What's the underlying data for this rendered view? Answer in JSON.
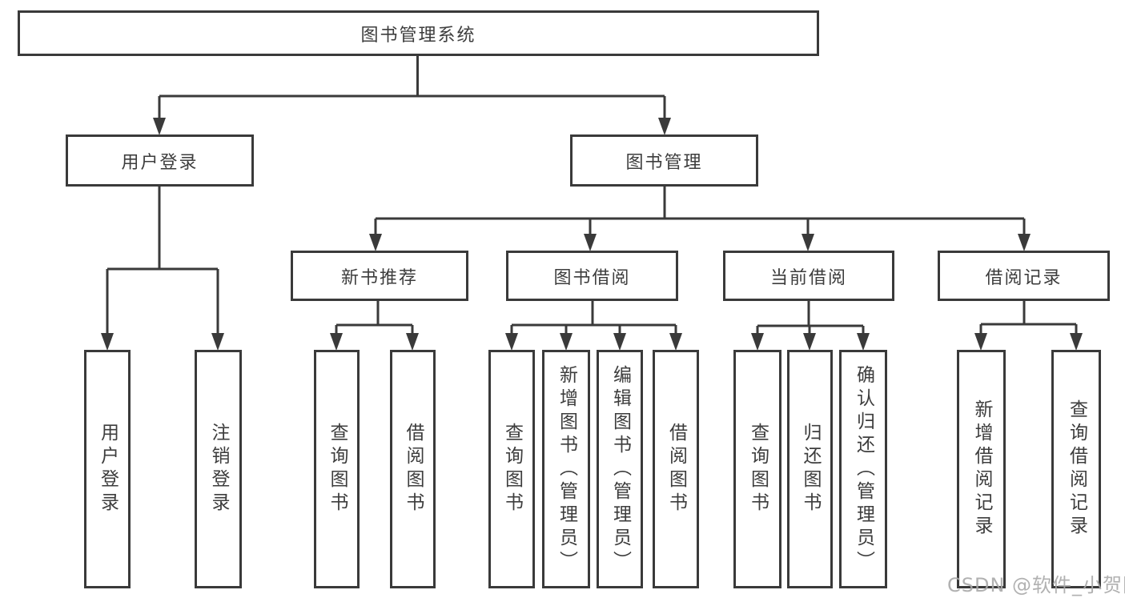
{
  "colors": {
    "line": "#3a3a3a",
    "box_border": "#3a3a3a",
    "text": "#3d3d3d",
    "watermark": "#a8a8a8",
    "background": "#ffffff"
  },
  "watermark": {
    "text": "CSDN @软件_小贺同学"
  },
  "diagram": {
    "type": "hierarchy-tree",
    "root": {
      "label": "图书管理系统",
      "children": [
        {
          "label": "用户登录",
          "children": [
            {
              "label": "用户登录"
            },
            {
              "label": "注销登录"
            }
          ]
        },
        {
          "label": "图书管理",
          "children": [
            {
              "label": "新书推荐",
              "children": [
                {
                  "label": "查询图书"
                },
                {
                  "label": "借阅图书"
                }
              ]
            },
            {
              "label": "图书借阅",
              "children": [
                {
                  "label": "查询图书"
                },
                {
                  "label": "新增图书（管理员）"
                },
                {
                  "label": "编辑图书（管理员）"
                },
                {
                  "label": "借阅图书"
                }
              ]
            },
            {
              "label": "当前借阅",
              "children": [
                {
                  "label": "查询图书"
                },
                {
                  "label": "归还图书"
                },
                {
                  "label": "确认归还（管理员）"
                }
              ]
            },
            {
              "label": "借阅记录",
              "children": [
                {
                  "label": "新增借阅记录"
                },
                {
                  "label": "查询借阅记录"
                }
              ]
            }
          ]
        }
      ]
    }
  }
}
